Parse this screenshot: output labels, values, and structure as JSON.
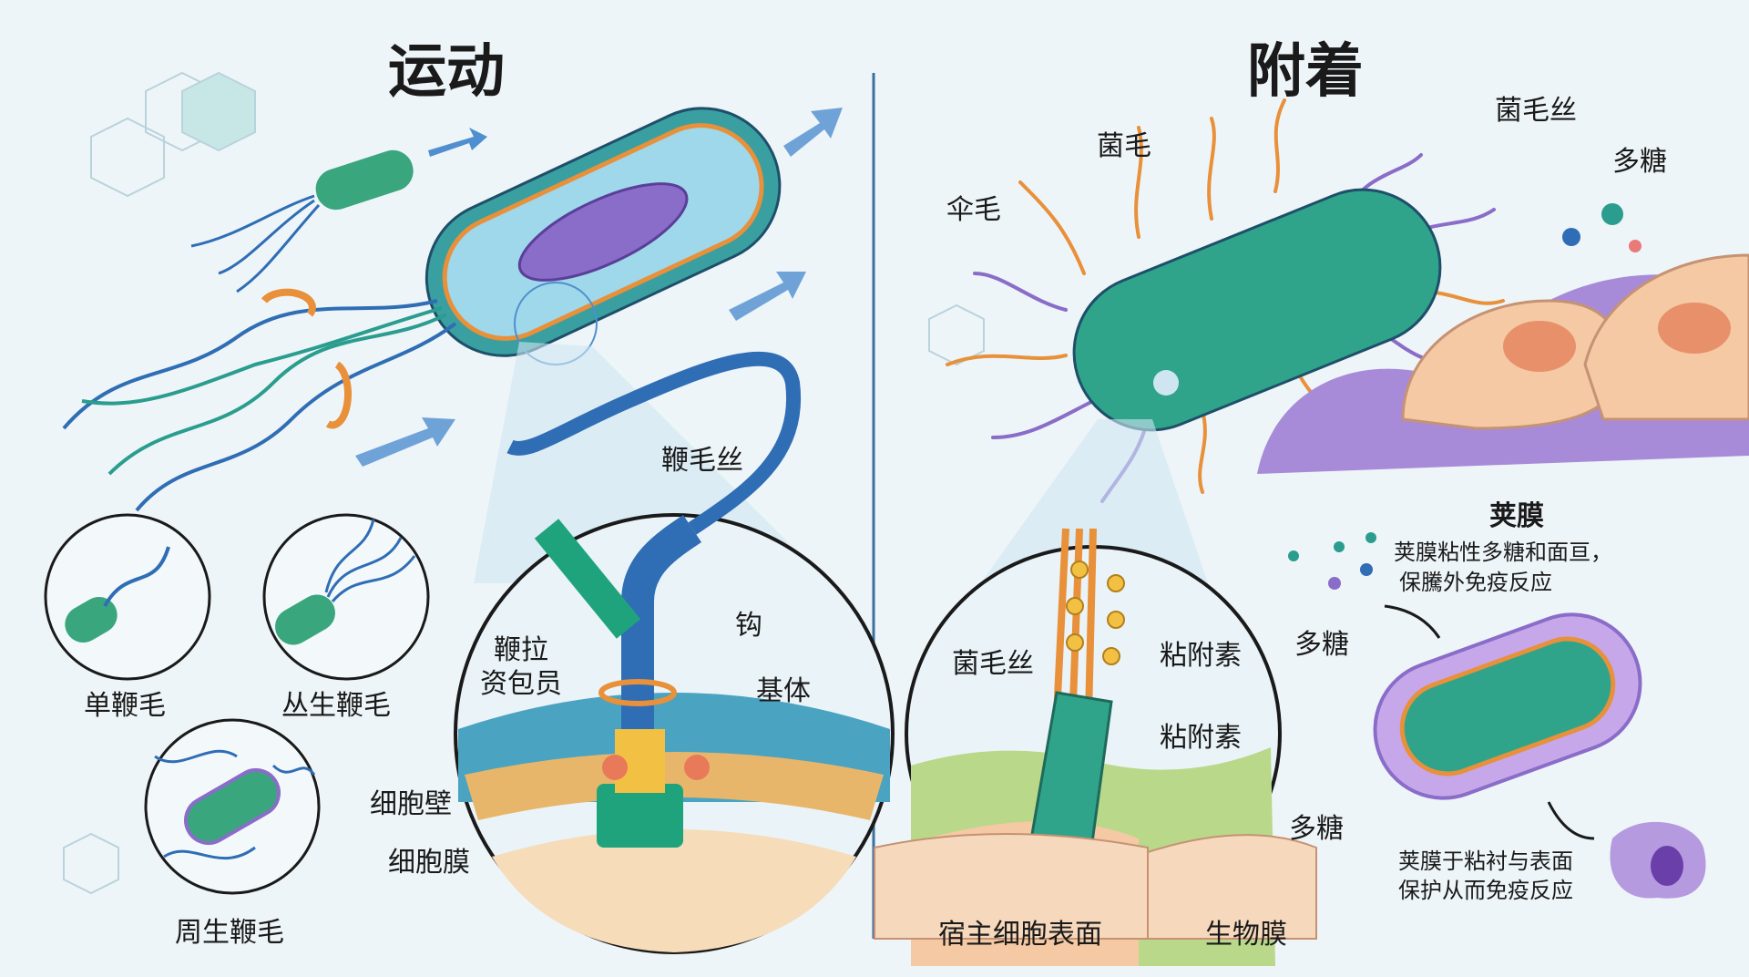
{
  "motility": {
    "title": "运动",
    "labels": {
      "filament": "鞭毛丝",
      "hook": "钩",
      "motor_line1": "鞭拉",
      "motor_line2": "资包员",
      "basal_body": "基体",
      "cell_wall": "细胞壁",
      "cell_membrane": "细胞膜"
    },
    "types": [
      "单鞭毛",
      "丛生鞭毛",
      "周生鞭毛"
    ]
  },
  "adhesion": {
    "title": "附着",
    "labels": {
      "pili": "菌毛",
      "pili_filament": "菌毛丝",
      "polysaccharide": "多糖",
      "fimbriae": "伞毛",
      "pilus_filament_zoom": "菌毛丝",
      "adhesin_1": "粘附素",
      "adhesin_2": "粘附素",
      "polysaccharide_2": "多糖",
      "polysaccharide_3": "多糖",
      "host_surface": "宿主细胞表面",
      "biofilm": "生物膜"
    },
    "capsule": {
      "title": "荚膜",
      "desc_line1": "荚膜粘性多糖和面亘，",
      "desc_line2": "保騰外免疫反应",
      "note_line1": "荚膜于粘衬与表面",
      "note_line2": "保护从而免疫反应"
    }
  },
  "colors": {
    "teal": "#2a9d8f",
    "blue": "#2f6db5",
    "orange": "#e8903a",
    "purple": "#8a6cc9",
    "skin": "#f4c9a4"
  }
}
